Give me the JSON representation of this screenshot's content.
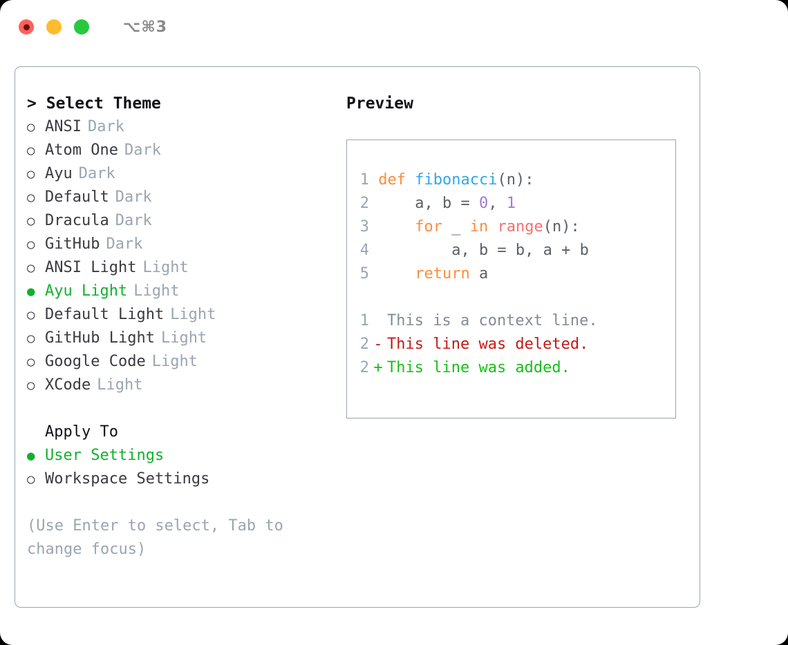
{
  "window": {
    "shortcut": "⌥⌘3",
    "traffic_lights": [
      "close-red",
      "minimize-yellow",
      "maximize-green"
    ]
  },
  "theme_list": {
    "caret": ">",
    "title": "Select Theme",
    "marker_unselected": "○",
    "marker_selected": "●",
    "selected_color": "#12b02f",
    "items": [
      {
        "label": "ANSI",
        "tag": "Dark",
        "selected": false
      },
      {
        "label": "Atom One",
        "tag": "Dark",
        "selected": false
      },
      {
        "label": "Ayu",
        "tag": "Dark",
        "selected": false
      },
      {
        "label": "Default",
        "tag": "Dark",
        "selected": false
      },
      {
        "label": "Dracula",
        "tag": "Dark",
        "selected": false
      },
      {
        "label": "GitHub",
        "tag": "Dark",
        "selected": false
      },
      {
        "label": "ANSI Light",
        "tag": "Light",
        "selected": false
      },
      {
        "label": "Ayu Light",
        "tag": "Light",
        "selected": true
      },
      {
        "label": "Default Light",
        "tag": "Light",
        "selected": false
      },
      {
        "label": "GitHub Light",
        "tag": "Light",
        "selected": false
      },
      {
        "label": "Google Code",
        "tag": "Light",
        "selected": false
      },
      {
        "label": "XCode",
        "tag": "Light",
        "selected": false
      }
    ]
  },
  "apply_to": {
    "title": "Apply To",
    "items": [
      {
        "label": "User Settings",
        "selected": true
      },
      {
        "label": "Workspace Settings",
        "selected": false
      }
    ]
  },
  "hint": "(Use Enter to select, Tab to change focus)",
  "preview": {
    "title": "Preview",
    "code_lines": [
      {
        "num": "1",
        "tokens": [
          {
            "t": "def ",
            "c": "kw"
          },
          {
            "t": "fibonacci",
            "c": "fn"
          },
          {
            "t": "(n):",
            "c": "plain"
          }
        ]
      },
      {
        "num": "2",
        "tokens": [
          {
            "t": "    a, b = ",
            "c": "plain"
          },
          {
            "t": "0",
            "c": "num"
          },
          {
            "t": ", ",
            "c": "plain"
          },
          {
            "t": "1",
            "c": "num"
          }
        ]
      },
      {
        "num": "3",
        "tokens": [
          {
            "t": "    ",
            "c": "plain"
          },
          {
            "t": "for",
            "c": "kw"
          },
          {
            "t": " _ ",
            "c": "plain"
          },
          {
            "t": "in",
            "c": "kw"
          },
          {
            "t": " ",
            "c": "plain"
          },
          {
            "t": "range",
            "c": "builtin"
          },
          {
            "t": "(n):",
            "c": "plain"
          }
        ]
      },
      {
        "num": "4",
        "tokens": [
          {
            "t": "        a, b = b, a + b",
            "c": "plain"
          }
        ]
      },
      {
        "num": "5",
        "tokens": [
          {
            "t": "    ",
            "c": "plain"
          },
          {
            "t": "return",
            "c": "kw"
          },
          {
            "t": " a",
            "c": "plain"
          }
        ]
      }
    ],
    "diff_lines": [
      {
        "num": "1",
        "sign": " ",
        "text": "This is a context line.",
        "kind": "diff-ctx"
      },
      {
        "num": "2",
        "sign": "-",
        "text": "This line was deleted.",
        "kind": "diff-del"
      },
      {
        "num": "2",
        "sign": "+",
        "text": "This line was added.",
        "kind": "diff-add"
      }
    ]
  }
}
